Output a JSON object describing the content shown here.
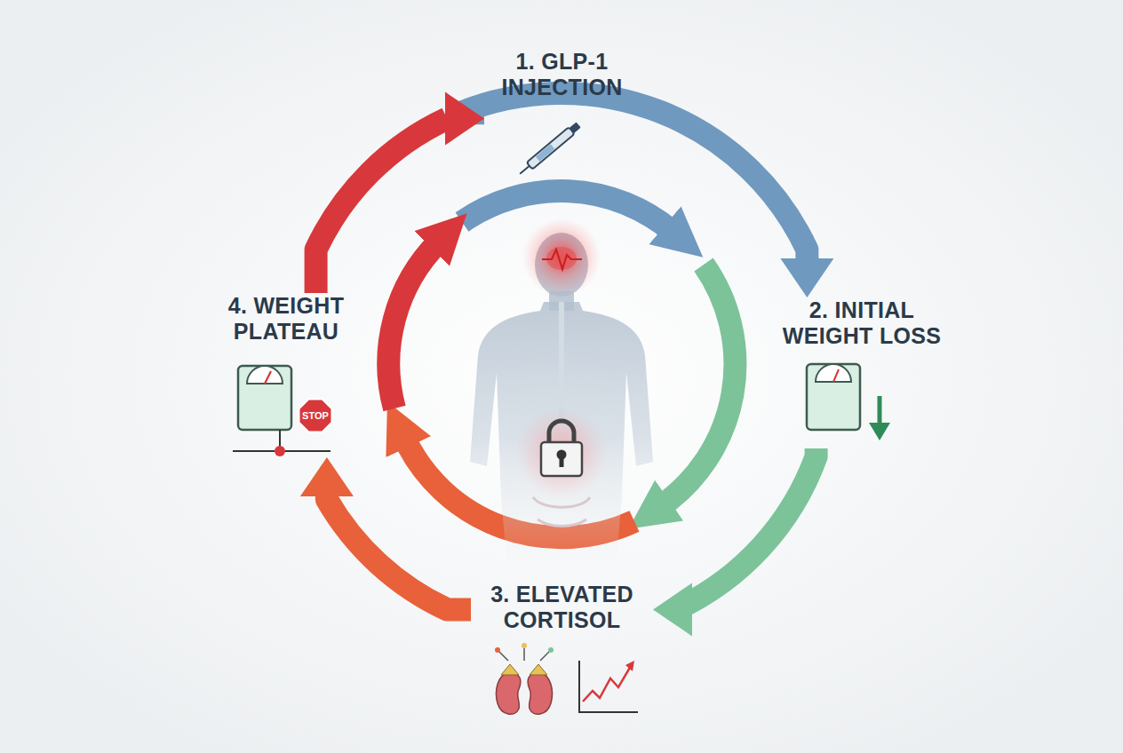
{
  "diagram": {
    "nodes": [
      {
        "text": [
          "1. GLP-1 INJECTION"
        ]
      },
      {
        "text": [
          "2. INITIAL WEIGHT LOSS"
        ]
      },
      {
        "text": [
          "3. ELEVATED CORTISOL"
        ]
      },
      {
        "text": [
          "4. WEIGHT PLATEAU"
        ]
      }
    ],
    "edges": [
      {
        "from": 0,
        "to": 1,
        "arrow": "to"
      },
      {
        "from": 1,
        "to": 2,
        "arrow": "to"
      },
      {
        "from": 2,
        "to": 3,
        "arrow": "to"
      },
      {
        "from": 3,
        "to": 0,
        "arrow": "to"
      }
    ],
    "labels": [
      "STOP"
    ]
  }
}
